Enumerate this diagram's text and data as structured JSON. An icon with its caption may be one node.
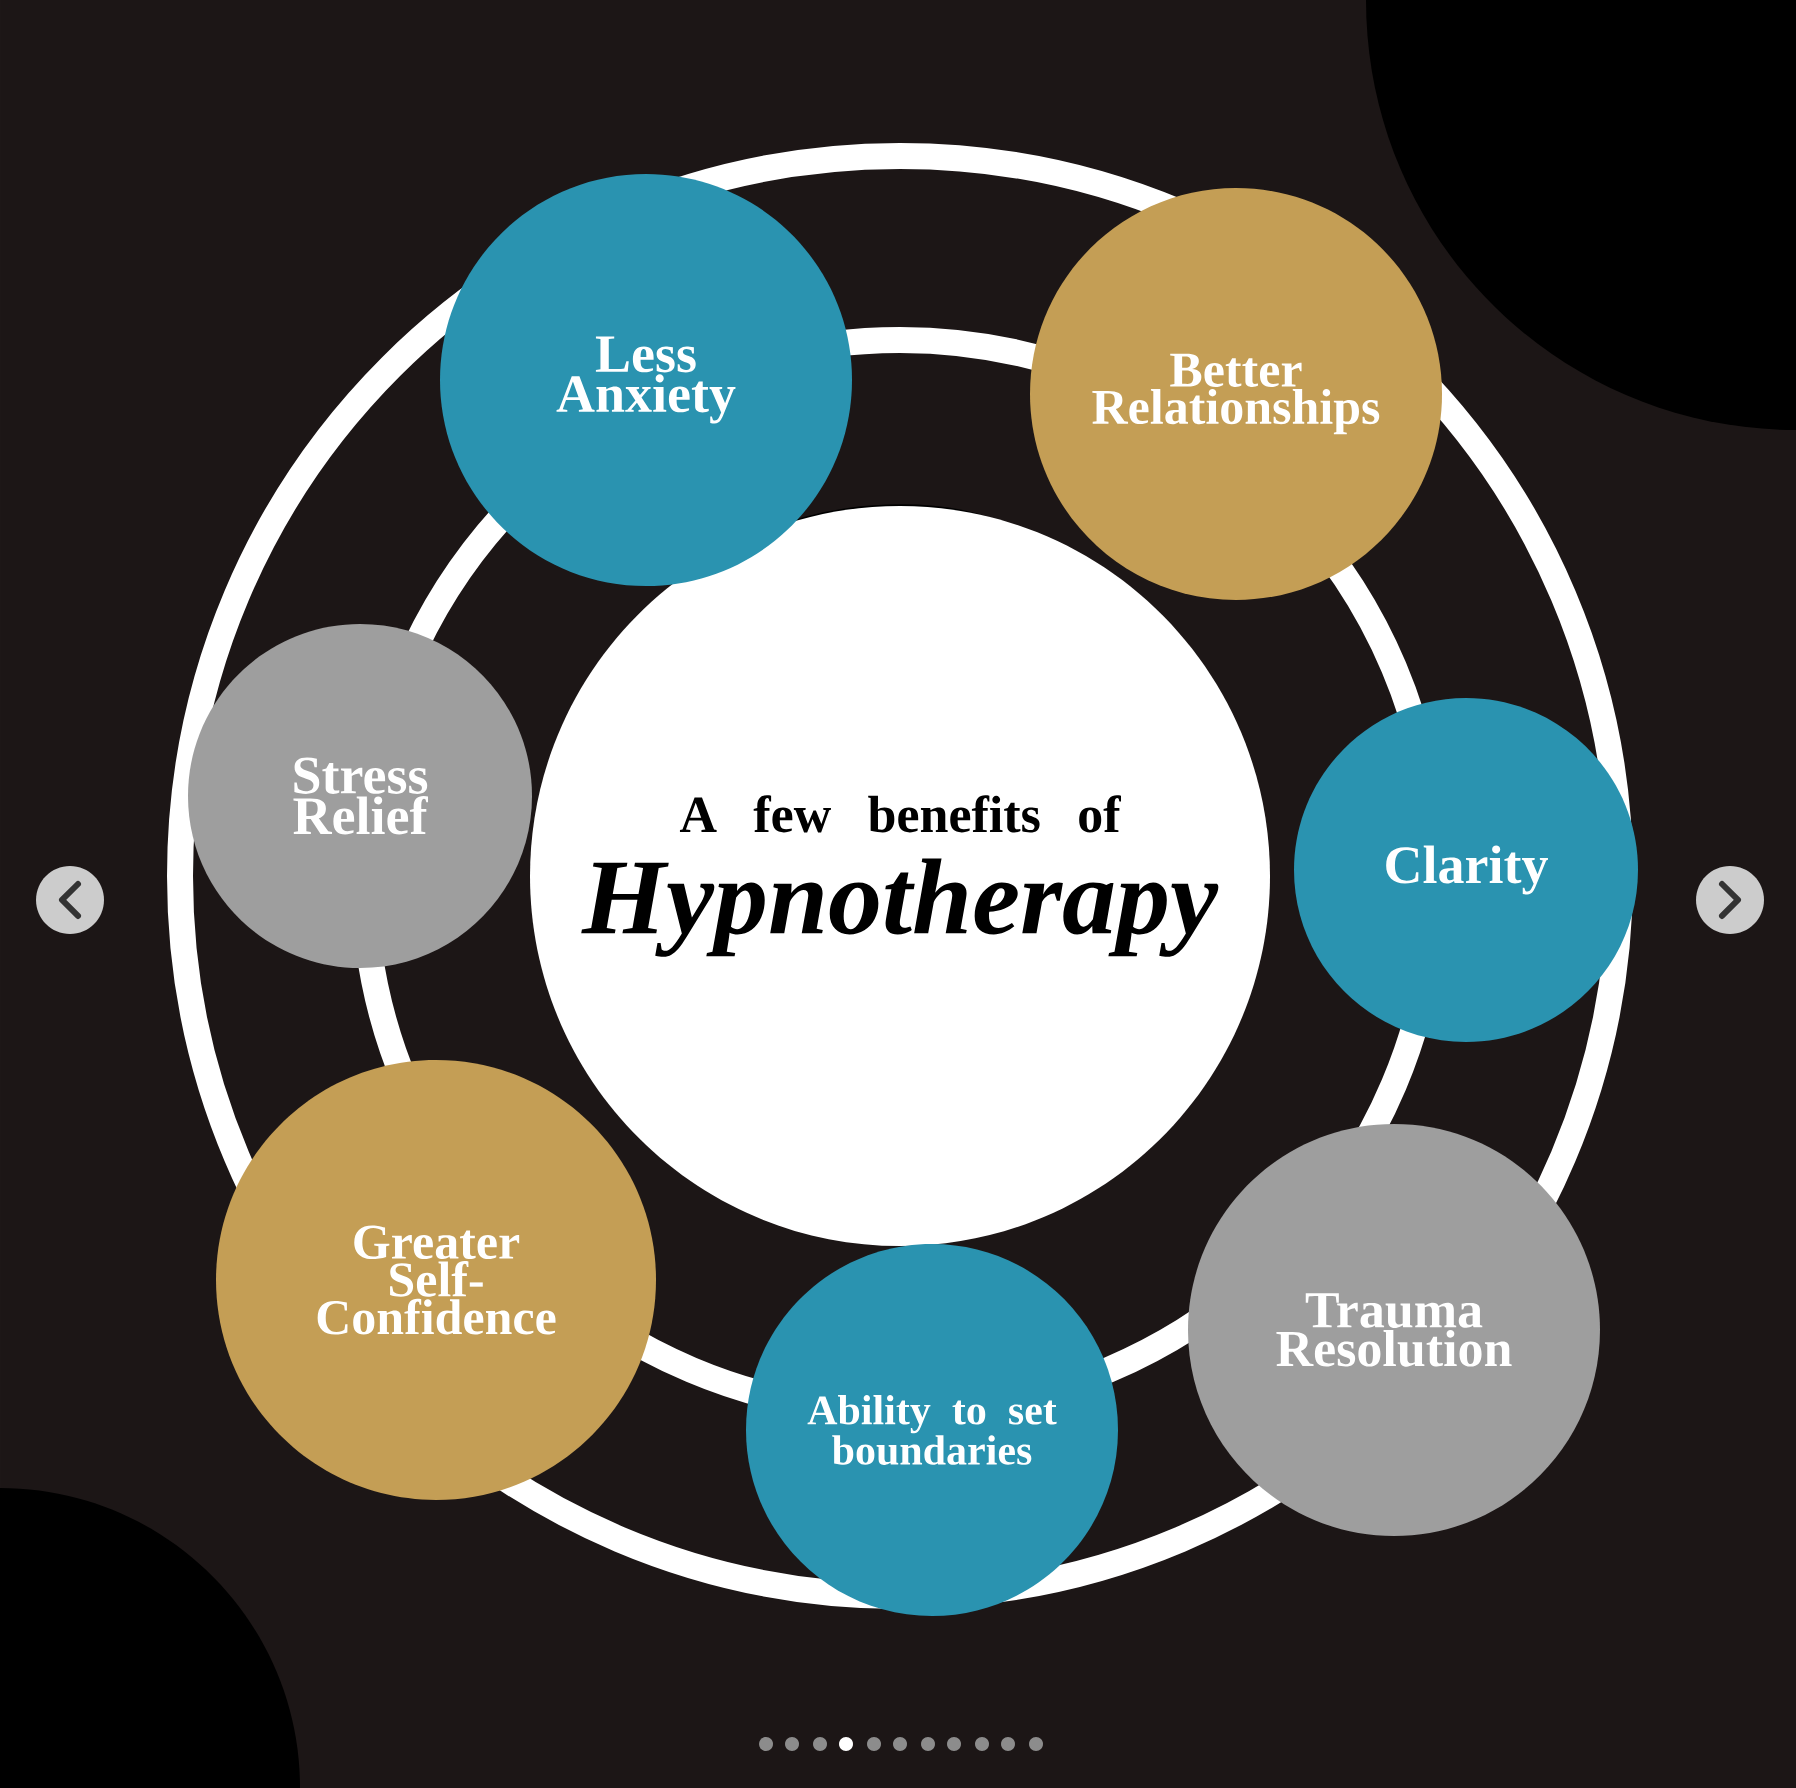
{
  "diagram": {
    "nodes": [
      {
        "text": [
          "A few benefits of",
          "Hypnotherapy"
        ]
      },
      {
        "text": [
          "Less Anxiety"
        ]
      },
      {
        "text": [
          "Better Relationships"
        ]
      },
      {
        "text": [
          "Stress Relief"
        ]
      },
      {
        "text": [
          "Clarity"
        ]
      },
      {
        "text": [
          "Greater Self-Confidence"
        ]
      },
      {
        "text": [
          "Ability to set boundaries"
        ]
      },
      {
        "text": [
          "Trauma Resolution"
        ]
      }
    ]
  }
}
